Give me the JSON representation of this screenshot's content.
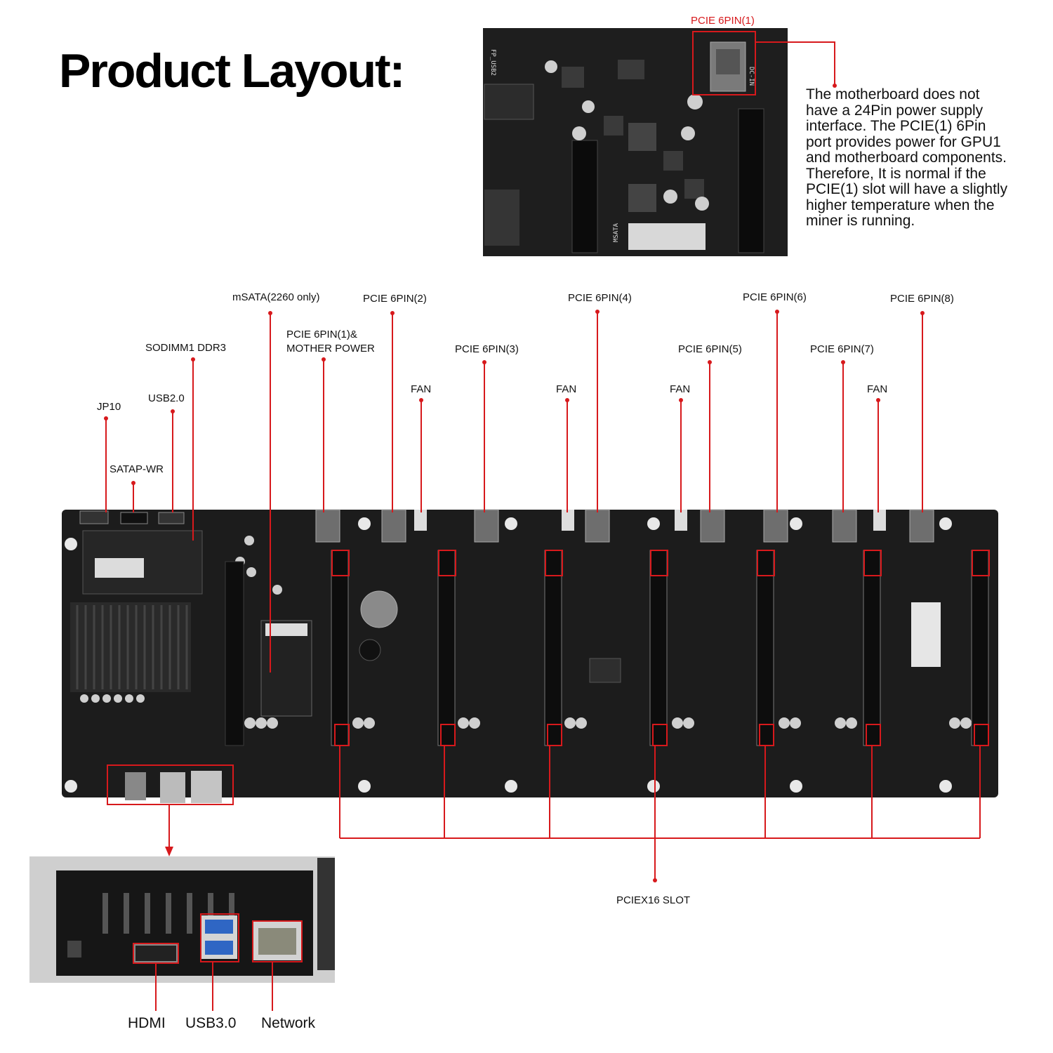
{
  "title": "Product Layout:",
  "inset_top": {
    "callout_label": "PCIE 6PIN(1)",
    "note": "The motherboard does not have a 24Pin power supply interface. The PCIE(1) 6Pin port provides power for GPU1 and motherboard components. Therefore, It is normal if the PCIE(1) slot will have a slightly higher temperature when the miner is running.",
    "silkscreen": [
      "DC-IN",
      "MSATA",
      "FP_USB2"
    ]
  },
  "board_labels": {
    "jp10": "JP10",
    "satapwr": "SATAP-WR",
    "usb20": "USB2.0",
    "sodimm": "SODIMM1 DDR3",
    "msata": "mSATA(2260 only)",
    "pcie1_line1": "PCIE 6PIN(1)&",
    "pcie1_line2": "MOTHER POWER",
    "pcie2": "PCIE 6PIN(2)",
    "pcie3": "PCIE 6PIN(3)",
    "pcie4": "PCIE 6PIN(4)",
    "pcie5": "PCIE 6PIN(5)",
    "pcie6": "PCIE 6PIN(6)",
    "pcie7": "PCIE 6PIN(7)",
    "pcie8": "PCIE 6PIN(8)",
    "fan": "FAN",
    "pciex16": "PCIEX16 SLOT"
  },
  "io_labels": {
    "hdmi": "HDMI",
    "usb30": "USB3.0",
    "network": "Network"
  },
  "colors": {
    "callout": "#d7191c",
    "board": "#1c1c1c",
    "heatsink": "#2a2a2a",
    "slot": "#0d0d0d"
  }
}
